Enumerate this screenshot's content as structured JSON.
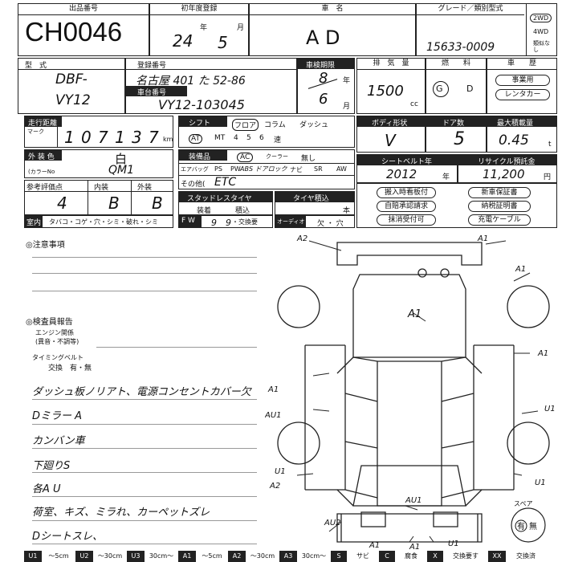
{
  "header": {
    "lot_label": "出品番号",
    "lot_value": "CH0046",
    "first_reg_label": "初年度登録",
    "first_reg_year": "24",
    "first_reg_month": "5",
    "year_unit": "年",
    "month_unit": "月",
    "car_name_label": "車　名",
    "car_name_value": "A D",
    "grade_label": "グレード／類別型式",
    "grade_value": "15633-0009",
    "drive_2wd": "2WD",
    "drive_4wd": "4WD",
    "drive_none": "類似なし"
  },
  "row2": {
    "model_label": "型　式",
    "model_value_1": "DBF-",
    "model_value_2": "VY12",
    "reg_label": "登録番号",
    "reg_value": "名古屋 401 た 52-86",
    "chassis_label": "車台番号",
    "chassis_value": "VY12-103045",
    "inspection_label": "車検期限",
    "inspection_year": "8",
    "inspection_month": "6",
    "displacement_label": "排　気　量",
    "displacement_value": "1500",
    "cc": "cc",
    "fuel_label": "燃　　料",
    "fuel_g": "G",
    "fuel_d": "D",
    "history_label": "車　　歴",
    "history_business": "事業用",
    "history_rental": "レンタカー"
  },
  "row3": {
    "mileage_label": "走行距離",
    "mark_label": "マーク",
    "mileage_digits": [
      "1",
      "0",
      "7",
      "1",
      "3",
      "7"
    ],
    "km": "km",
    "shift_label": "シフト",
    "shift_floor": "フロア",
    "shift_column": "コラム",
    "shift_dash": "ダッシュ",
    "shift_options": [
      "AT",
      "MT",
      "4",
      "5",
      "6"
    ],
    "shift_speed": "速",
    "body_label": "ボディ形状",
    "body_value": "V",
    "doors_label": "ドア数",
    "doors_value": "5",
    "capacity_label": "最大積載量",
    "capacity_value": "0.45",
    "capacity_unit": "t"
  },
  "row4": {
    "color_label": "外 装 色",
    "color_value": "白",
    "color_no_label": "(カラーNo",
    "color_no_value": "QM1",
    "equip_label": "装備品",
    "equip_ac": "AC",
    "equip_cooler": "クーラー",
    "equip_none": "無し",
    "equip_items": [
      "エアバッグ",
      "PS",
      "PW",
      "ナビ",
      "SR",
      "AW"
    ],
    "equip_hw": "ABS  ドアロック",
    "other_label": "その他(",
    "other_value": "ETC",
    "seatbelt_label": "シートベルト年",
    "seatbelt_value": "2012",
    "seatbelt_unit": "年",
    "recycle_label": "リサイクル預託金",
    "recycle_value": "11,200",
    "recycle_unit": "円"
  },
  "row5": {
    "score_label": "参考評価点",
    "score_value": "4",
    "interior_label": "内装",
    "interior_value": "B",
    "exterior_label": "外装",
    "exterior_value": "B",
    "stud_label": "スタッドレスタイヤ",
    "stud_installed": "装着",
    "stud_loaded": "積込",
    "tire_label": "タイヤ積込",
    "tire_value": "本",
    "cabin_label": "室内",
    "cabin_issues": "タバコ・コゲ・穴・シミ・破れ・シミ",
    "fw_label": "F W",
    "fw_value": "9　9",
    "fw_suffix": "・交換要",
    "audio_label": "オーディオ",
    "audio_options": "欠 ・ 穴",
    "docs": [
      "搬入時看板付",
      "新車保証書",
      "自賠承認請求",
      "納税証明書",
      "抹消受付可",
      "充電ケーブル"
    ]
  },
  "notes": {
    "caution_title": "◎注意事項",
    "inspector_title": "◎検査員報告",
    "engine_label": "エンジン関係",
    "engine_sub": "(異音・不調等)",
    "timing_label": "タイミングベルト",
    "timing_exchange": "交換　有・無",
    "items": [
      "ダッシュ板ノリアト、電源コンセントカバー欠",
      "Dミラー A",
      "カンバン車",
      "下廻りS",
      "各A U",
      "荷室、キズ、ミラれ、カーペットズレ",
      "Dシートスレ、"
    ]
  },
  "diagram": {
    "marks": {
      "top_left": "A2",
      "top_right": "A1",
      "hood_right": "A1",
      "roof": "A1",
      "right_door1": "A1",
      "left_front": "A1",
      "left_mid": "AU1",
      "right_mid": "U1",
      "left_rear1": "U1",
      "left_rear2": "A2",
      "tail": "AU1",
      "bottom_left": "AU2",
      "bottom_mid1": "A1",
      "bottom_mid2": "A1",
      "bottom_right": "U1",
      "right_rear": "U1"
    },
    "spare_label": "スペア",
    "spare_value": "有",
    "spare_none": "無"
  },
  "legend": [
    {
      "k": "U1",
      "v": "〜5cm"
    },
    {
      "k": "U2",
      "v": "〜30cm"
    },
    {
      "k": "U3",
      "v": "30cm〜"
    },
    {
      "k": "A1",
      "v": "〜5cm"
    },
    {
      "k": "A2",
      "v": "〜30cm"
    },
    {
      "k": "A3",
      "v": "30cm〜"
    },
    {
      "k": "S",
      "v": "サビ"
    },
    {
      "k": "C",
      "v": "腐食"
    },
    {
      "k": "X",
      "v": "交換要す"
    },
    {
      "k": "XX",
      "v": "交換済"
    }
  ]
}
